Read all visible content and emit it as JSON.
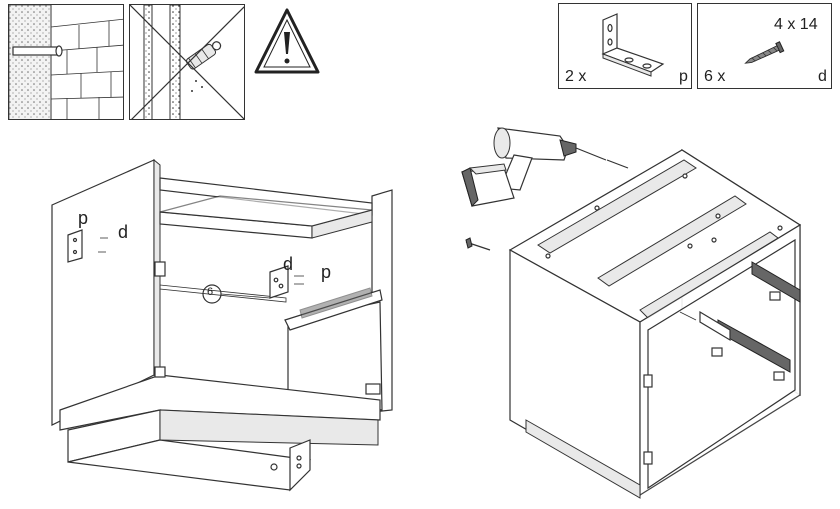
{
  "hardware": [
    {
      "id": "p",
      "qty": "2 x",
      "code": "p",
      "icon": "angle-bracket-icon"
    },
    {
      "id": "d",
      "qty": "6 x",
      "code": "d",
      "size": "4 x 14",
      "icon": "screw-icon"
    }
  ],
  "callouts": {
    "left_p": "p",
    "left_d": "d",
    "mid_d": "d",
    "mid_p": "p",
    "step": "6"
  },
  "icons": [
    "brick-wall-icon",
    "crossed-out-plasterboard-icon",
    "warning-triangle-icon",
    "power-drill-icon",
    "screw-icon"
  ]
}
